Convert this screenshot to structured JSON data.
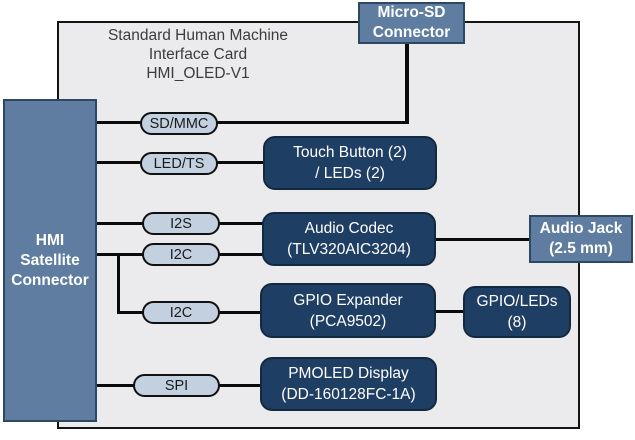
{
  "card": {
    "title_line1": "Standard Human Machine",
    "title_line2": "Interface Card",
    "title_line3": "HMI_OLED-V1"
  },
  "hmi_connector": {
    "line1": "HMI",
    "line2": "Satellite",
    "line3": "Connector"
  },
  "micro_sd_connector": {
    "line1": "Micro-SD",
    "line2": "Connector"
  },
  "audio_jack": {
    "line1": "Audio Jack",
    "line2": "(2.5 mm)"
  },
  "buses": {
    "sdmmc": "SD/MMC",
    "ledts": "LED/TS",
    "i2s": "I2S",
    "i2c_codec": "I2C",
    "i2c_gpio": "I2C",
    "spi": "SPI"
  },
  "blocks": {
    "touch_button": {
      "line1": "Touch Button (2)",
      "line2": "/ LEDs (2)"
    },
    "audio_codec": {
      "line1": "Audio Codec",
      "line2": "(TLV320AIC3204)"
    },
    "gpio_expander": {
      "line1": "GPIO Expander",
      "line2": "(PCA9502)"
    },
    "gpio_leds": {
      "line1": "GPIO/LEDs",
      "line2": "(8)"
    },
    "pmoled_display": {
      "line1": "PMOLED Display",
      "line2": "(DD-160128FC-1A)"
    }
  },
  "colors": {
    "steel_blue": "#5e7da0",
    "navy": "#1f3e63",
    "pill_fill": "#c3d0df",
    "card_fill": "#ebebed",
    "wire": "#0a0a0a",
    "title_text": "#3c3c3c"
  }
}
